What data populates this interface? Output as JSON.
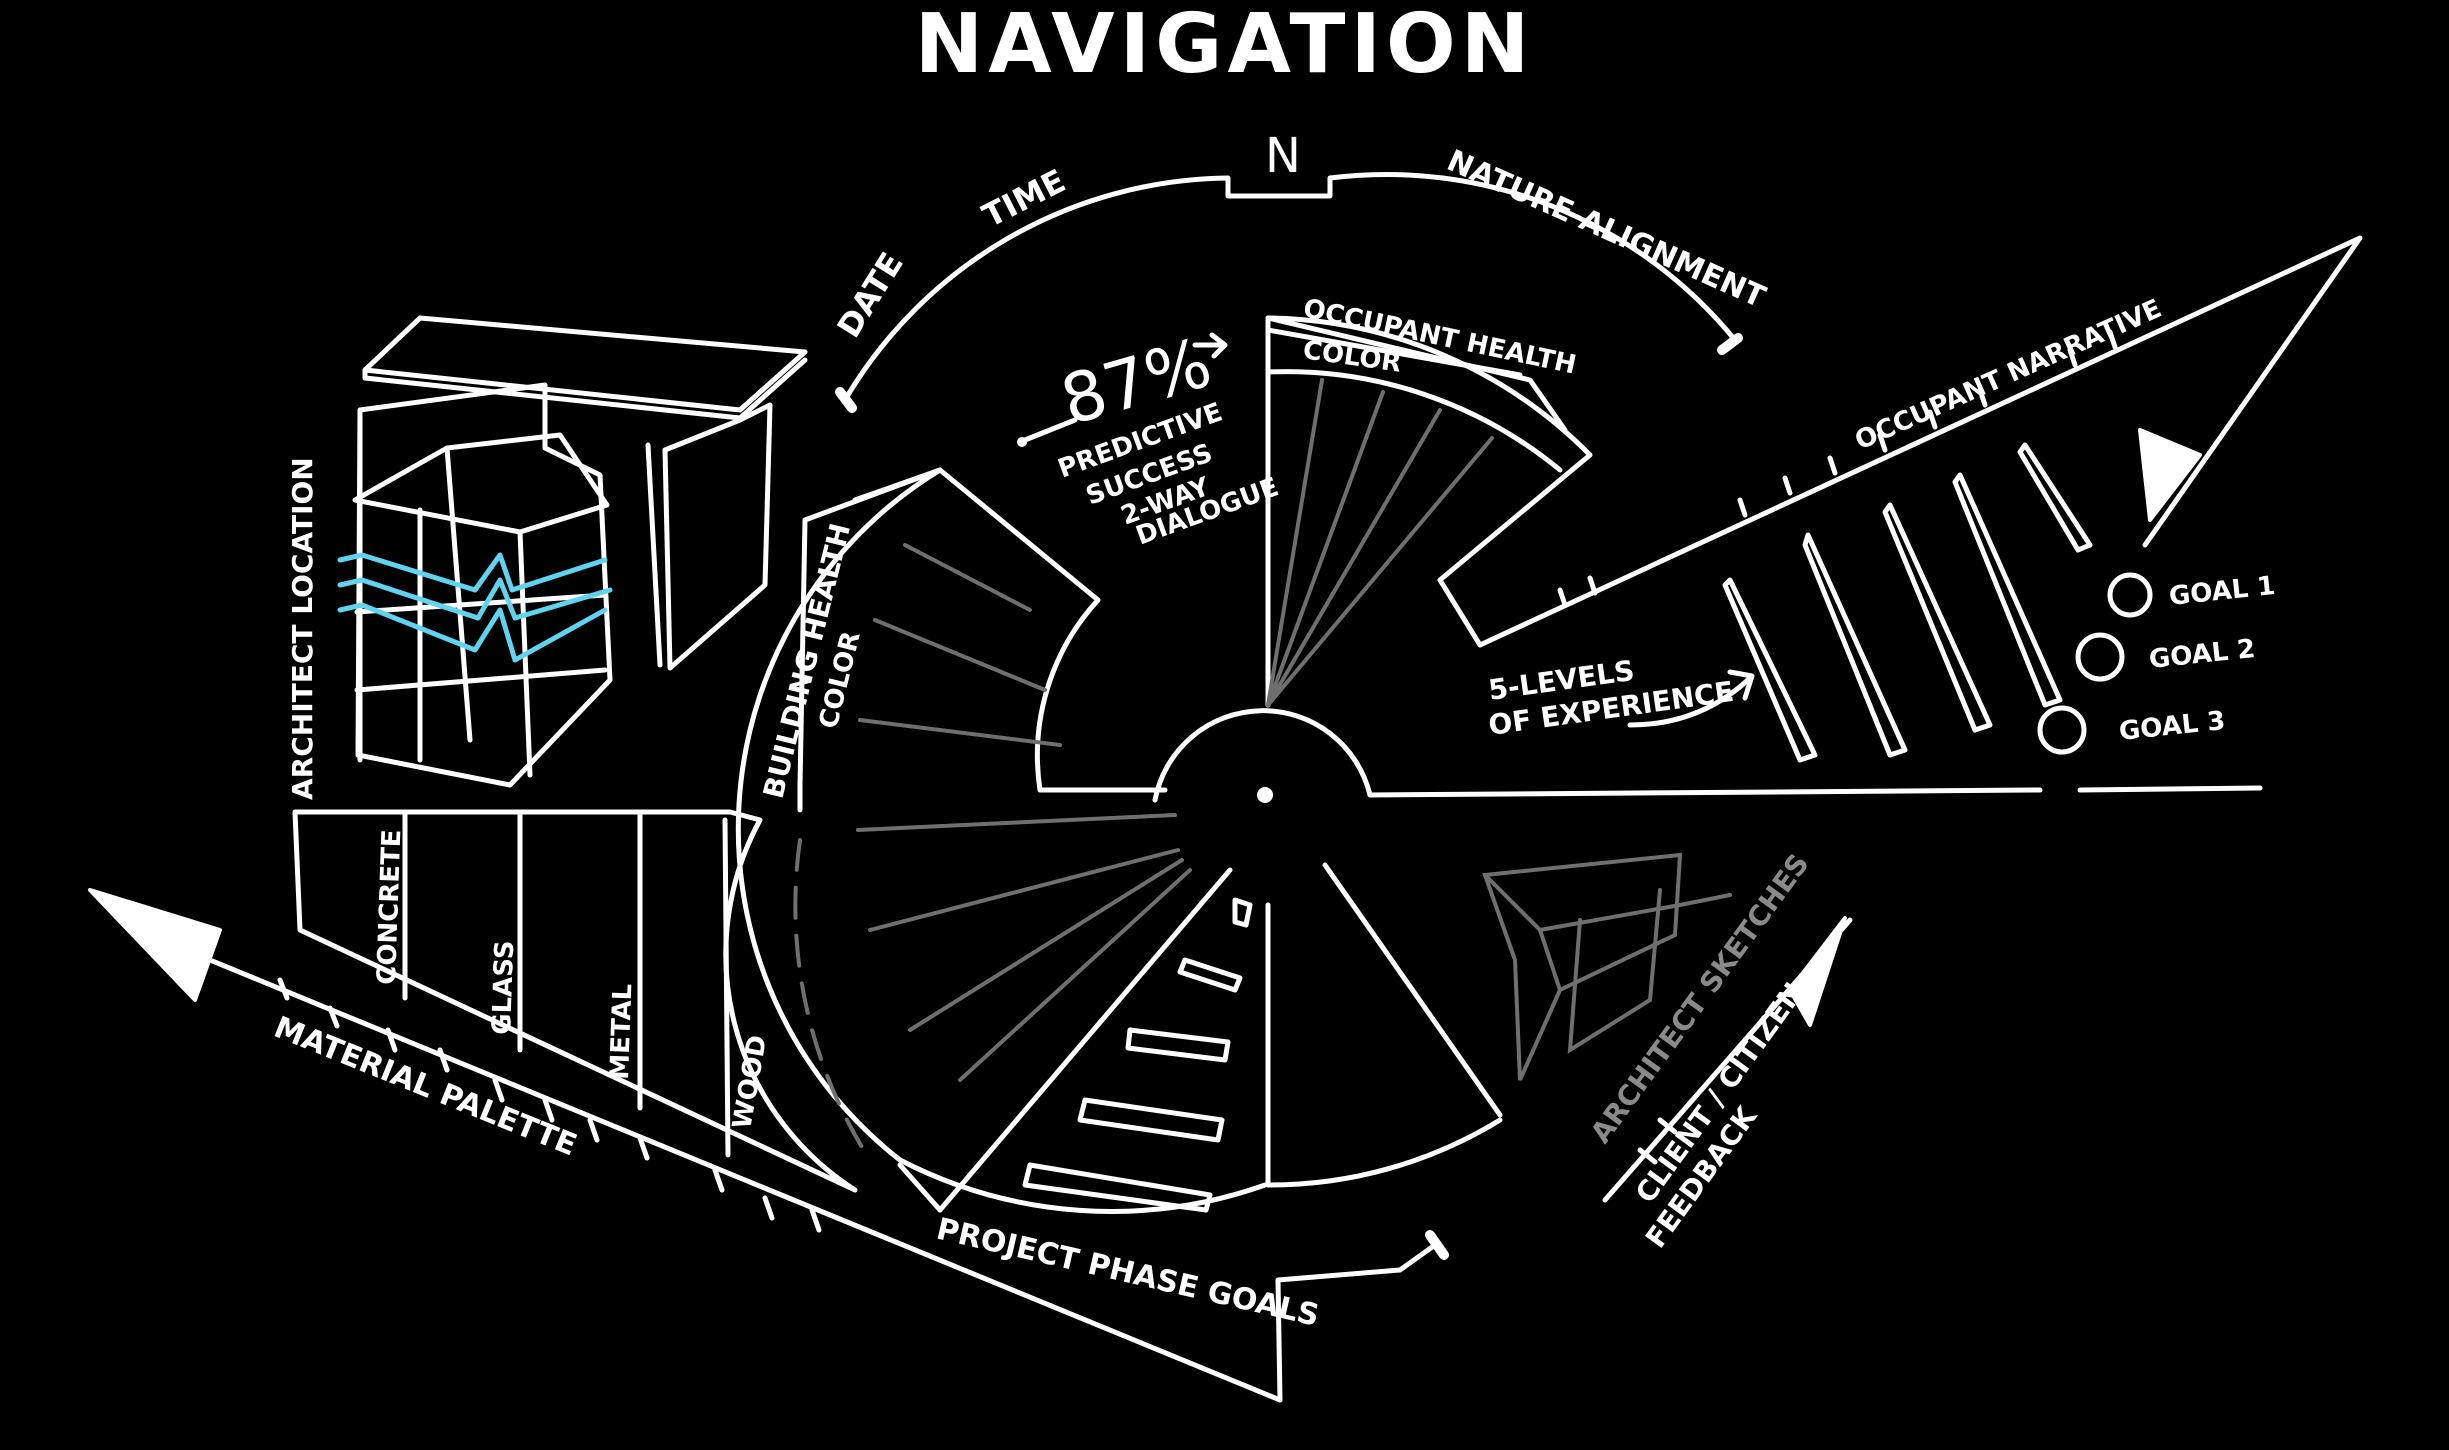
{
  "title": "NAVIGATION",
  "compass": {
    "north": "N",
    "date": "DATE",
    "time": "TIME",
    "nature": "NATURE ALIGNMENT"
  },
  "predictive": {
    "percent": "87%",
    "line1": "PREDICTIVE",
    "line2": "SUCCESS",
    "line3": "2-WAY",
    "line4": "DIALOGUE"
  },
  "occupant_health": {
    "label": "OCCUPANT HEALTH",
    "sub": "COLOR"
  },
  "building_health": {
    "label": "BUILDING HEALTH",
    "sub": "COLOR"
  },
  "architect_location": "ARCHITECT LOCATION",
  "materials": {
    "items": [
      "CONCRETE",
      "GLASS",
      "METAL",
      "WOOD"
    ],
    "palette_label": "MATERIAL PALETTE"
  },
  "project_phase": "PROJECT PHASE GOALS",
  "occupant_narrative": "OCCUPANT NARRATIVE",
  "experience": {
    "line1": "5-LEVELS",
    "line2": "OF EXPERIENCE"
  },
  "goals": [
    "GOAL 1",
    "GOAL 2",
    "GOAL 3"
  ],
  "sketches": {
    "architect": "ARCHITECT SKETCHES",
    "client": "CLIENT / CITIZEN",
    "feedback": "FEEDBACK"
  },
  "colors": {
    "background": "#000000",
    "ink": "#ffffff",
    "accent": "#5fd3f0",
    "grey": "#6f6f6f"
  }
}
